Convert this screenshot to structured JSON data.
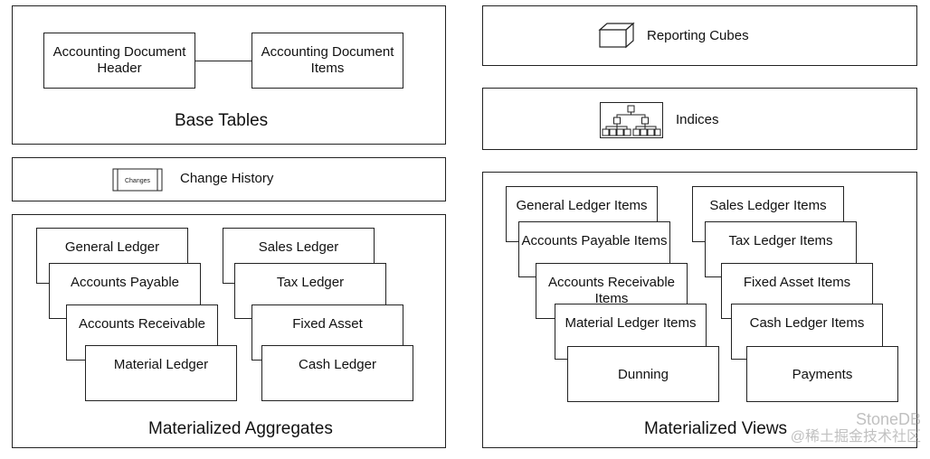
{
  "base_tables": {
    "title": "Base Tables",
    "header_box": "Accounting Document Header",
    "items_box": "Accounting Document Items"
  },
  "change_history": {
    "label": "Change History",
    "icon_text": "Changes"
  },
  "materialized_aggregates": {
    "title": "Materialized Aggregates",
    "left_stack": [
      "General Ledger",
      "Accounts Payable",
      "Accounts Receivable",
      "Material Ledger"
    ],
    "right_stack": [
      "Sales Ledger",
      "Tax Ledger",
      "Fixed Asset",
      "Cash Ledger"
    ]
  },
  "reporting_cubes": {
    "label": "Reporting Cubes",
    "icon": "cube-icon"
  },
  "indices": {
    "label": "Indices",
    "icon": "tree-index-icon"
  },
  "materialized_views": {
    "title": "Materialized Views",
    "left_stack": [
      "General Ledger Items",
      "Accounts Payable Items",
      "Accounts Receivable Items",
      "Material Ledger Items",
      "Dunning"
    ],
    "right_stack": [
      "Sales Ledger Items",
      "Tax Ledger Items",
      "Fixed Asset Items",
      "Cash Ledger Items",
      "Payments"
    ]
  },
  "watermark": {
    "line1": "StoneDB",
    "line2": "@稀土掘金技术社区"
  }
}
